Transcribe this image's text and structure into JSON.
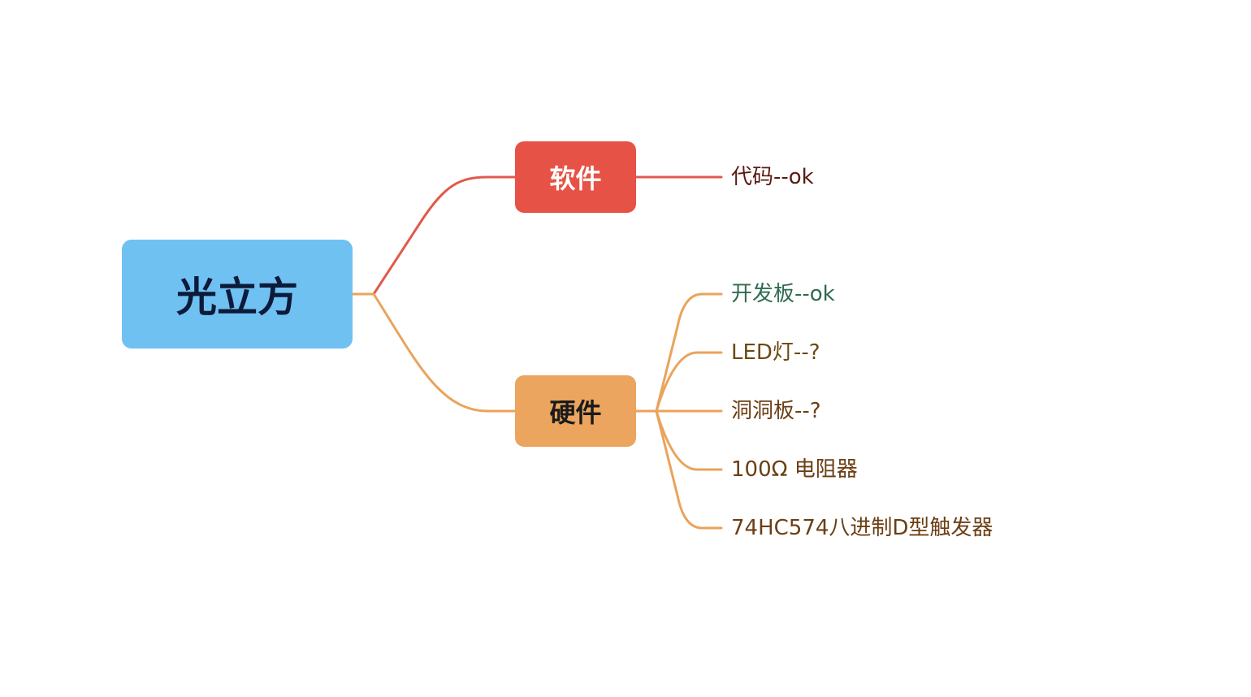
{
  "root": {
    "label": "光立方",
    "color": "#6fc1f2"
  },
  "branches": [
    {
      "key": "software",
      "label": "软件",
      "color": "#e65245",
      "line_color": "#e05a4b",
      "children": [
        {
          "label": "代码--ok",
          "color": "#5a1a14"
        }
      ]
    },
    {
      "key": "hardware",
      "label": "硬件",
      "color": "#eba55e",
      "line_color": "#eaa35b",
      "children": [
        {
          "label": "开发板--ok",
          "color": "#2f6b4e"
        },
        {
          "label": "LED灯--?",
          "color": "#6b4a12"
        },
        {
          "label": "洞洞板--?",
          "color": "#6b3e14"
        },
        {
          "label": "100Ω 电阻器",
          "color": "#6b3e14"
        },
        {
          "label": "74HC574八进制D型触发器",
          "color": "#6b3e14"
        }
      ]
    }
  ]
}
